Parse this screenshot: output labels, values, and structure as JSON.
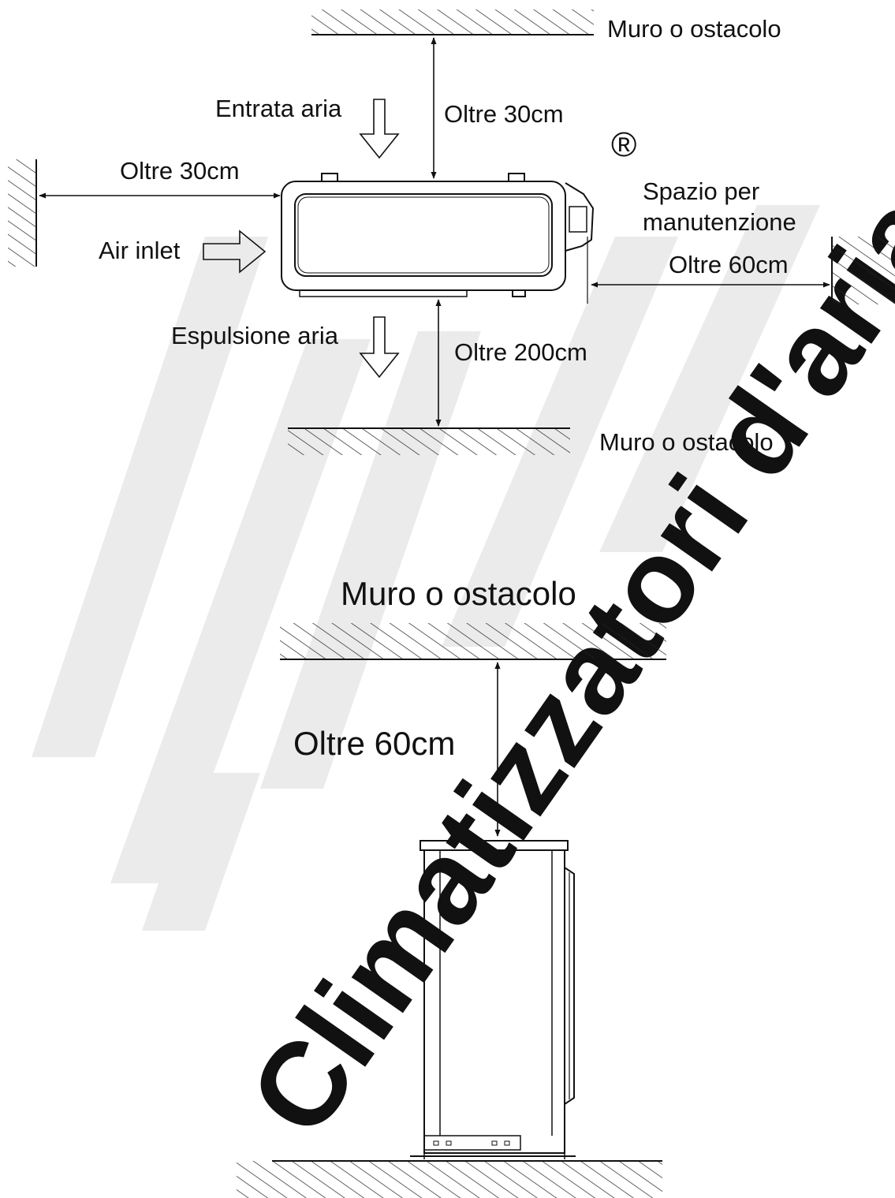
{
  "watermark": {
    "logo": "IDEMA",
    "tagline": "Climatizzatori d'aria",
    "registered_mark": "®",
    "color": "#e9e9e9"
  },
  "indoor_diagram": {
    "wall_top": "Muro o ostacolo",
    "wall_bottom": "Muro o ostacolo",
    "air_in_top": "Entrata aria",
    "clear_top": "Oltre 30cm",
    "clear_left": "Oltre 30cm",
    "air_in_side": "Air inlet",
    "maintenance_line1": "Spazio per",
    "maintenance_line2": "manutenzione",
    "clear_right": "Oltre 60cm",
    "air_out": "Espulsione aria",
    "clear_bottom": "Oltre 200cm"
  },
  "outdoor_diagram": {
    "wall_top": "Muro o ostacolo",
    "clear_top": "Oltre 60cm"
  },
  "colors": {
    "line": "#111111",
    "background": "#ffffff"
  }
}
